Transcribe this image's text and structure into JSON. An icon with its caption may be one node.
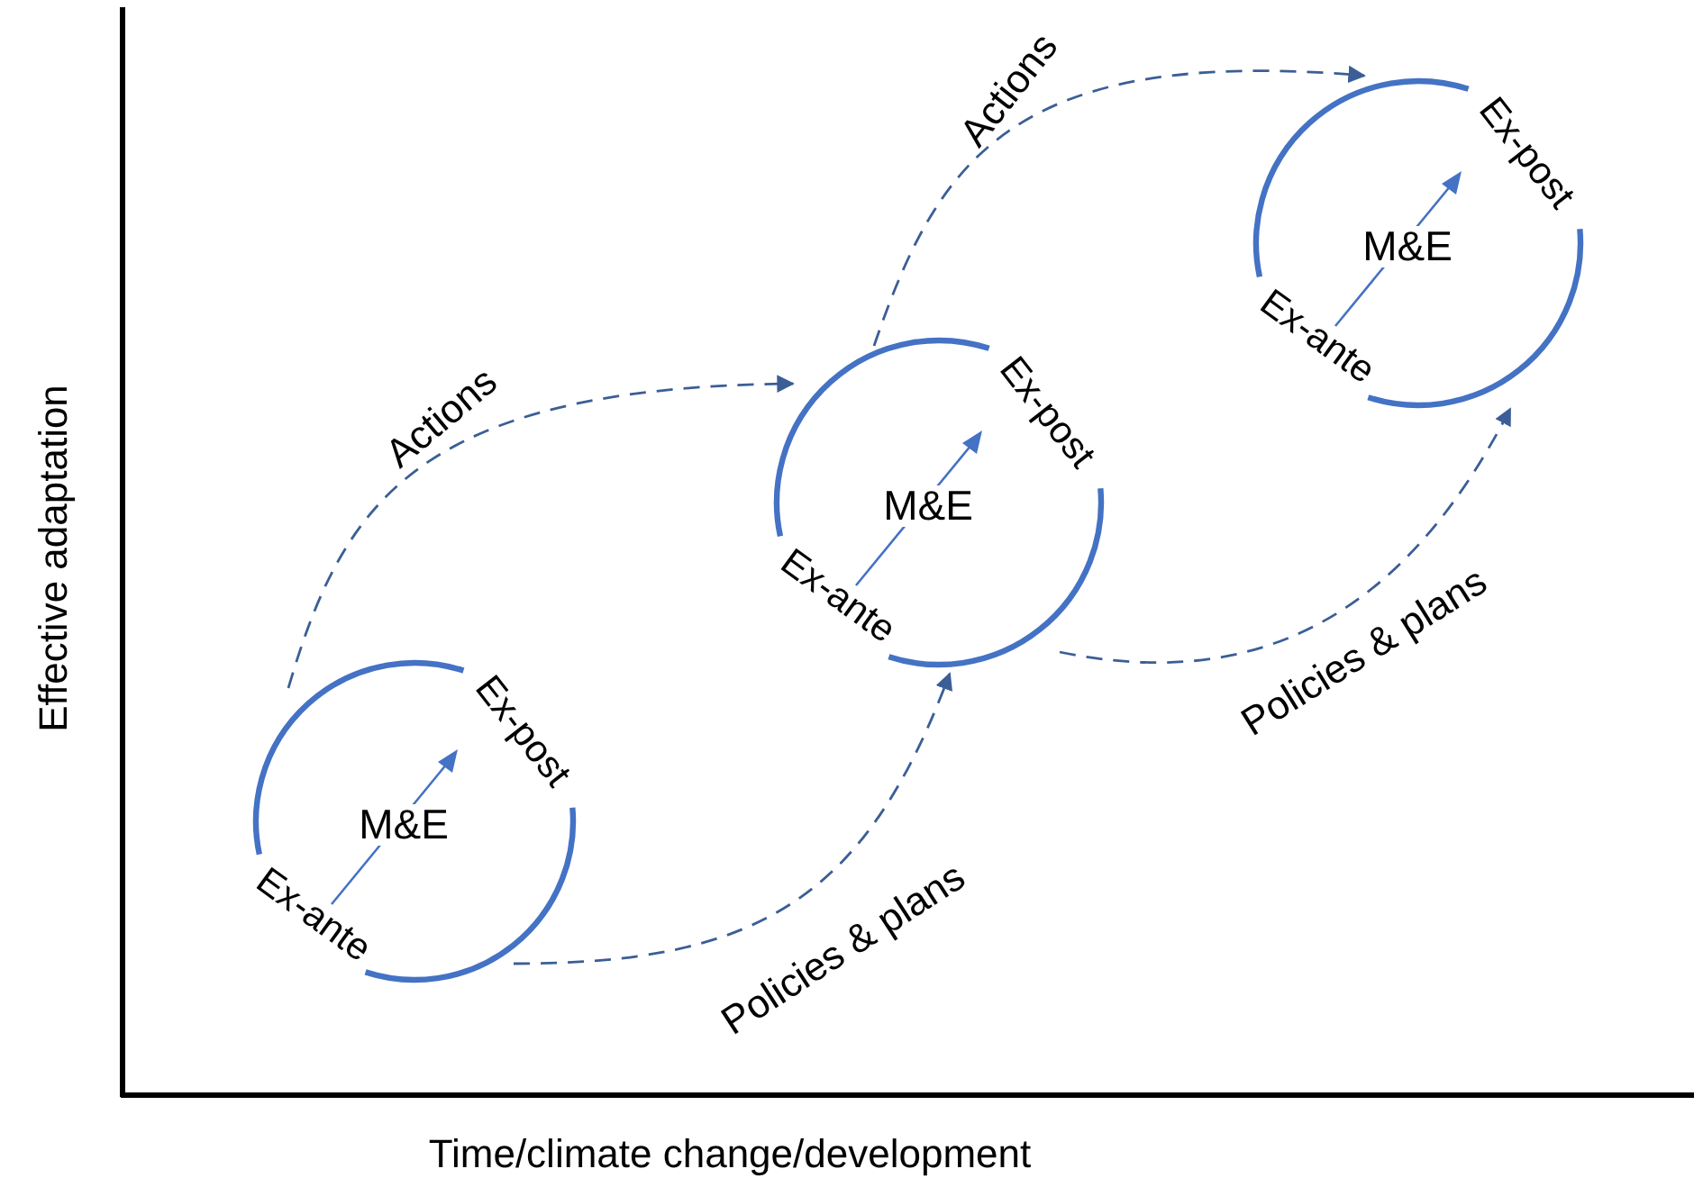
{
  "diagram": {
    "nodes": [
      {
        "text": [
          "Ex-post",
          "M&E",
          "Ex-ante"
        ]
      },
      {
        "text": [
          "Ex-post",
          "M&E",
          "Ex-ante"
        ]
      },
      {
        "text": [
          "Ex-post",
          "M&E",
          "Ex-ante"
        ]
      }
    ],
    "edges": [
      {
        "from": 0,
        "to": 1,
        "arrow": "to",
        "label": "Actions",
        "style": "dashed"
      },
      {
        "from": 0,
        "to": 1,
        "arrow": "to",
        "label": "Policies & plans",
        "style": "dashed"
      },
      {
        "from": 1,
        "to": 2,
        "arrow": "to",
        "label": "Actions",
        "style": "dashed"
      },
      {
        "from": 1,
        "to": 2,
        "arrow": "to",
        "label": "Policies & plans",
        "style": "dashed"
      }
    ],
    "labels": [
      "Effective adaptation",
      "Time/climate change/development"
    ]
  }
}
